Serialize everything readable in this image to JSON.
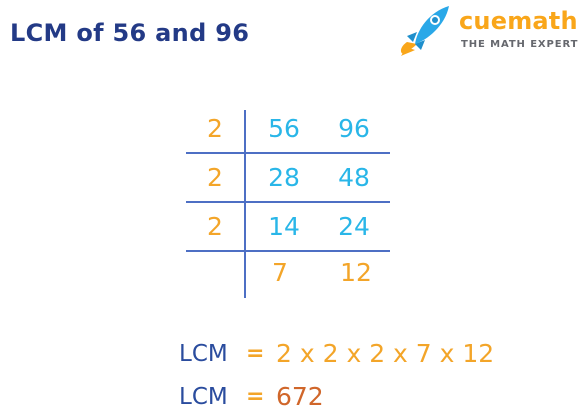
{
  "title": "LCM of 56 and 96",
  "brand": {
    "name": "cuemath",
    "tagline": "THE MATH EXPERT",
    "colors": {
      "name": "#f9a61a",
      "rocket": "#2aa8e8",
      "flame": "#f9a61a"
    },
    "icon": "rocket-icon"
  },
  "division": {
    "rows": [
      {
        "divisor": "2",
        "a": "56",
        "b": "96"
      },
      {
        "divisor": "2",
        "a": "28",
        "b": "48"
      },
      {
        "divisor": "2",
        "a": "14",
        "b": "24"
      },
      {
        "divisor": "",
        "a": "7",
        "b": "12"
      }
    ]
  },
  "result": {
    "line1": {
      "label": "LCM",
      "sign": "=",
      "value": "2 x 2 x 2 x 7 x 12"
    },
    "line2": {
      "label": "LCM",
      "sign": "=",
      "value": "672"
    }
  },
  "colors": {
    "title": "#233a86",
    "divisor": "#f3a529",
    "quotient": "#29b6e8",
    "lines": "#4d6fc4",
    "result": "#d0662a"
  }
}
